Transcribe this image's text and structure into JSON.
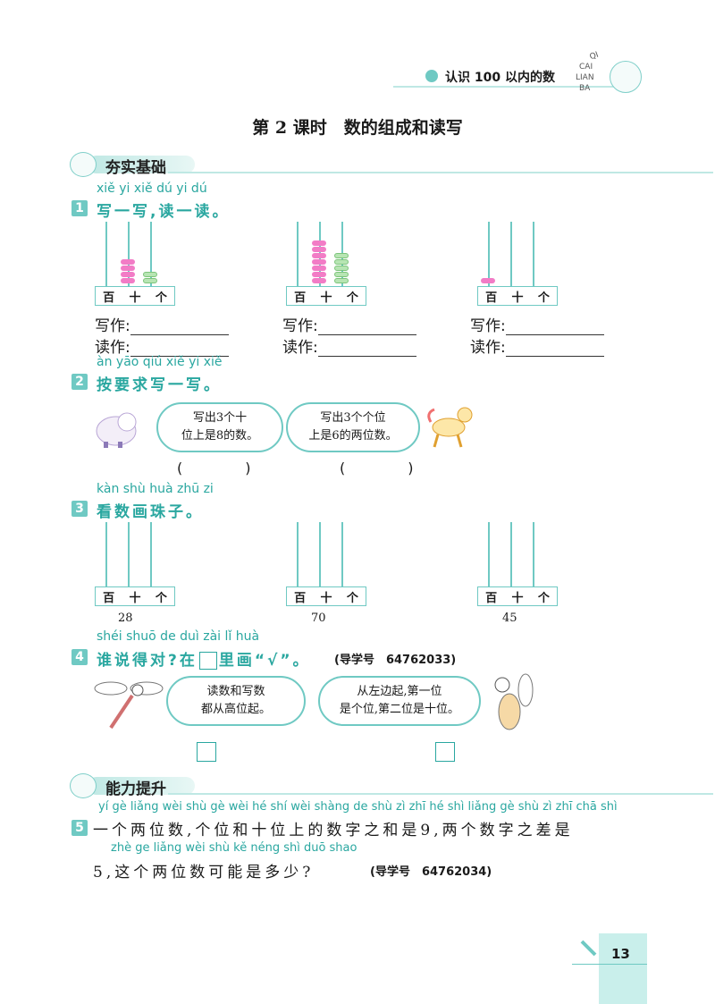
{
  "header": {
    "chapter": "认识 100 以内的数",
    "deco": [
      "QI",
      "CAI",
      "LIAN",
      "BA"
    ]
  },
  "lesson_title": "第 2 课时　数的组成和读写",
  "sections": {
    "basic": "夯实基础",
    "ability": "能力提升"
  },
  "q1": {
    "num": "1",
    "pinyin": "xiě yi xiě  dú yi dú",
    "text": "写一写,读一读。",
    "abacus_labels": [
      "百",
      "十",
      "个"
    ],
    "write_label": "写作:",
    "read_label": "读作:",
    "abaci": [
      {
        "hundreds": 0,
        "tens": 4,
        "ones": 2
      },
      {
        "hundreds": 0,
        "tens": 7,
        "ones": 5
      },
      {
        "hundreds": 1,
        "tens": 0,
        "ones": 0
      }
    ]
  },
  "q2": {
    "num": "2",
    "pinyin": "àn yāo qiú xiě yi xiě",
    "text": "按要求写一写。",
    "bubble1": [
      "写出3个十",
      "位上是8的数。"
    ],
    "bubble2": [
      "写出3个个位",
      "上是6的两位数。"
    ],
    "paren_open": "(",
    "paren_close": ")"
  },
  "q3": {
    "num": "3",
    "pinyin": "kàn shù huà zhū zi",
    "text": "看数画珠子。",
    "numbers": [
      "28",
      "70",
      "45"
    ]
  },
  "q4": {
    "num": "4",
    "pinyin": "shéi shuō de duì   zài     lǐ  huà",
    "text_a": "谁说得对?在",
    "text_b": "里画“√”。",
    "guide": "(导学号　64762033)",
    "bubble1": [
      "读数和写数",
      "都从高位起。"
    ],
    "bubble2": [
      "从左边起,第一位",
      "是个位,第二位是十位。"
    ]
  },
  "q5": {
    "num": "5",
    "pinyin1": "yí gè liǎng wèi shù   gè wèi hé shí wèi shàng de shù zì zhī hé shì     liǎng gè shù zì zhī chā shì",
    "line1": "一个两位数,个位和十位上的数字之和是9,两个数字之差是",
    "pinyin2": "zhè ge liǎng wèi shù kě néng shì duō shao",
    "line2": "5,这个两位数可能是多少?",
    "guide": "(导学号　64762034)"
  },
  "page_number": "13"
}
